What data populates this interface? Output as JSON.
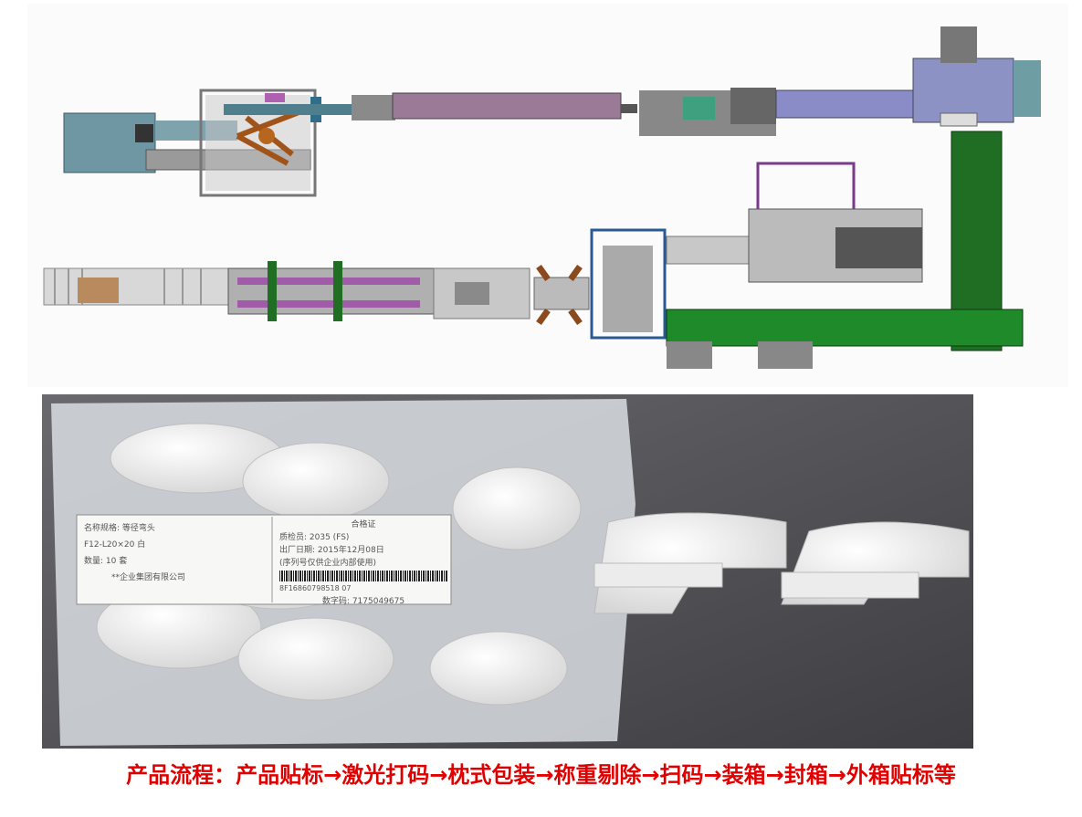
{
  "caption": "产品流程：产品贴标→激光打码→枕式包装→称重剔除→扫码→装箱→封箱→外箱贴标等",
  "label_card": {
    "left_rows": [
      "名称规格: 等径弯头",
      "F12-L20×20 白",
      "数量: 10 套"
    ],
    "left_footer": "**企业集团有限公司",
    "right_title": "合格证",
    "right_rows": [
      "质检员: 2035 (FS)",
      "出厂日期: 2015年12月08日",
      "(序列号仅供企业内部使用)"
    ],
    "barcode_text": "8F16860798518 07",
    "digital_code": "数字码: 7175049675"
  }
}
